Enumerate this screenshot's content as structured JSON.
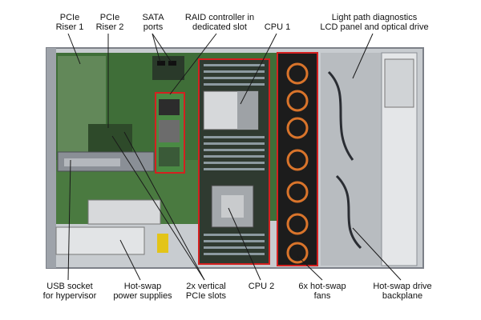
{
  "callouts": {
    "pcie_riser_1": [
      "PCIe",
      "Riser 1"
    ],
    "pcie_riser_2": [
      "PCIe",
      "Riser 2"
    ],
    "sata_ports": [
      "SATA",
      "ports"
    ],
    "raid_controller": [
      "RAID controller in",
      "dedicated slot"
    ],
    "cpu_1": [
      "CPU 1"
    ],
    "light_path": [
      "Light path diagnostics",
      "LCD panel and optical drive"
    ],
    "usb_socket": [
      "USB socket",
      "for hypervisor"
    ],
    "hot_swap_psu": [
      "Hot-swap",
      "power supplies"
    ],
    "vertical_pcie": [
      "2x vertical",
      "PCIe slots"
    ],
    "cpu_2": [
      "CPU 2"
    ],
    "fans": [
      "6x hot-swap",
      "fans"
    ],
    "backplane": [
      "Hot-swap drive",
      "backplane"
    ]
  },
  "colors": {
    "highlight_box": "#d42020",
    "pcb_green": "#3f6e38",
    "chassis_gray": "#c8ccd0",
    "fan_black": "#1c1c1c",
    "fan_orange": "#d9742b",
    "leader_line": "#1a1a1a"
  }
}
